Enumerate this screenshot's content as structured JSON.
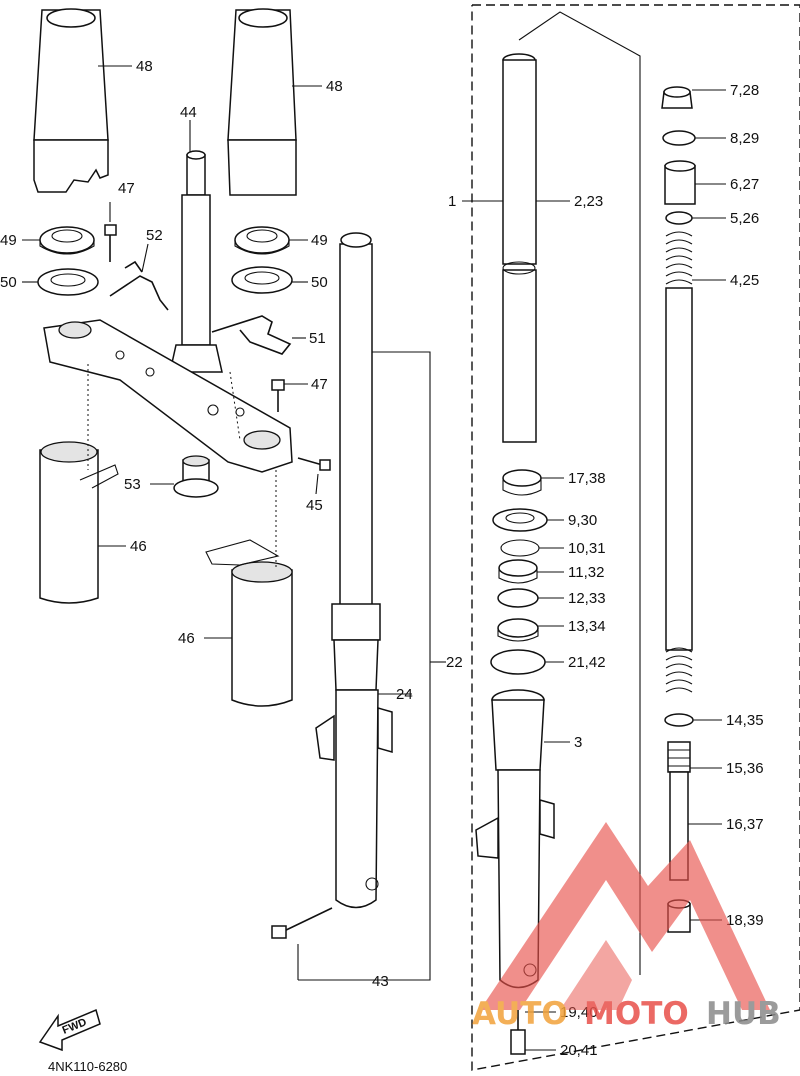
{
  "labels": {
    "p1": "1",
    "p2_23": "2,23",
    "p3": "3",
    "p4_25": "4,25",
    "p5_26": "5,26",
    "p6_27": "6,27",
    "p7_28": "7,28",
    "p8_29": "8,29",
    "p9_30": "9,30",
    "p10_31": "10,31",
    "p11_32": "11,32",
    "p12_33": "12,33",
    "p13_34": "13,34",
    "p14_35": "14,35",
    "p15_36": "15,36",
    "p16_37": "16,37",
    "p17_38": "17,38",
    "p18_39": "18,39",
    "p19_40": "19,40",
    "p20_41": "20,41",
    "p21_42": "21,42",
    "p22": "22",
    "p24": "24",
    "p43": "43",
    "p44": "44",
    "p45": "45",
    "p46a": "46",
    "p46b": "46",
    "p47a": "47",
    "p47b": "47",
    "p48a": "48",
    "p48b": "48",
    "p49a": "49",
    "p49b": "49",
    "p50a": "50",
    "p50b": "50",
    "p51": "51",
    "p52": "52",
    "p53": "53"
  },
  "fwd_label": "FWD",
  "diagram_code": "4NK110-6280",
  "watermark": {
    "part1": "AUTO",
    "part2": "MOTO",
    "part3": "HUB"
  },
  "colors": {
    "watermark_red": "#e8504a",
    "watermark_orange": "#f2a23a",
    "watermark_gray": "#8a8a8a"
  }
}
